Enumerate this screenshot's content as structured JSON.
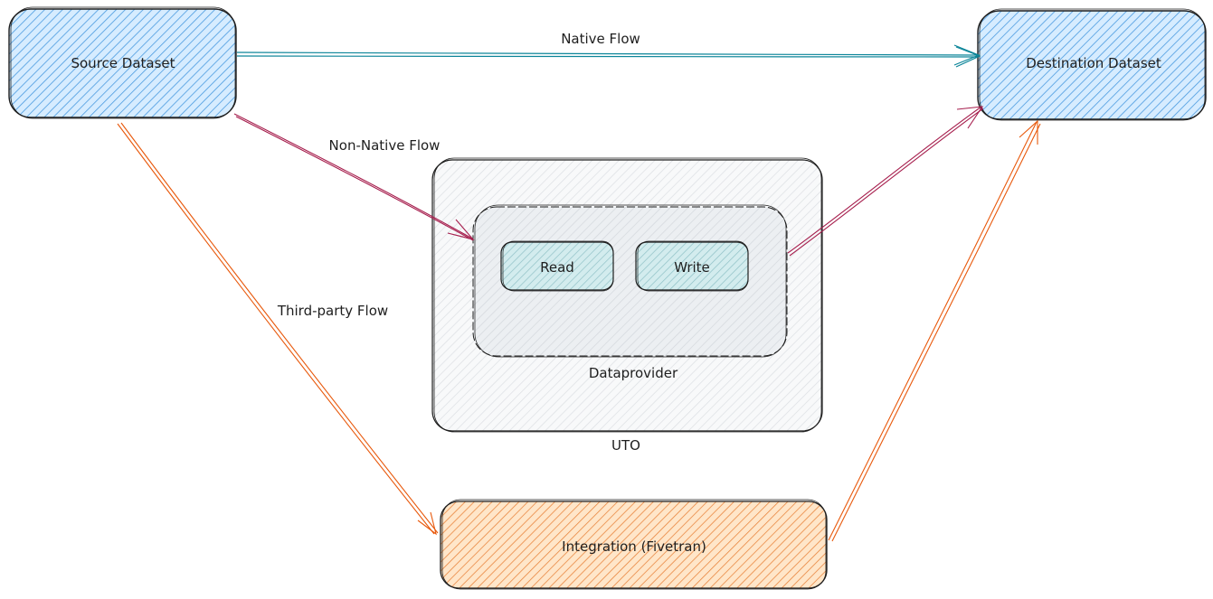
{
  "nodes": {
    "source": {
      "label": "Source Dataset",
      "fill": "#a5d8ff",
      "hatch": "#4a9be0"
    },
    "destination": {
      "label": "Destination Dataset",
      "fill": "#a5d8ff",
      "hatch": "#4a9be0"
    },
    "uto": {
      "label": "UTO",
      "fill": "#f1f3f5",
      "hatch": "#ced4da"
    },
    "dataprovider": {
      "label": "Dataprovider",
      "fill": "#e9ecef",
      "hatch": "#ced4da"
    },
    "read": {
      "label": "Read",
      "fill": "#c5e8ea",
      "hatch": "#82b6bb"
    },
    "write": {
      "label": "Write",
      "fill": "#c5e8ea",
      "hatch": "#82b6bb"
    },
    "integration": {
      "label": "Integration (Fivetran)",
      "fill": "#ffd8a8",
      "hatch": "#e8823a"
    }
  },
  "flows": {
    "native": {
      "label": "Native Flow",
      "color": "#0c8599"
    },
    "non_native": {
      "label": "Non-Native Flow",
      "color": "#a61e4d"
    },
    "third_party": {
      "label": "Third-party Flow",
      "color": "#e8590c"
    }
  }
}
